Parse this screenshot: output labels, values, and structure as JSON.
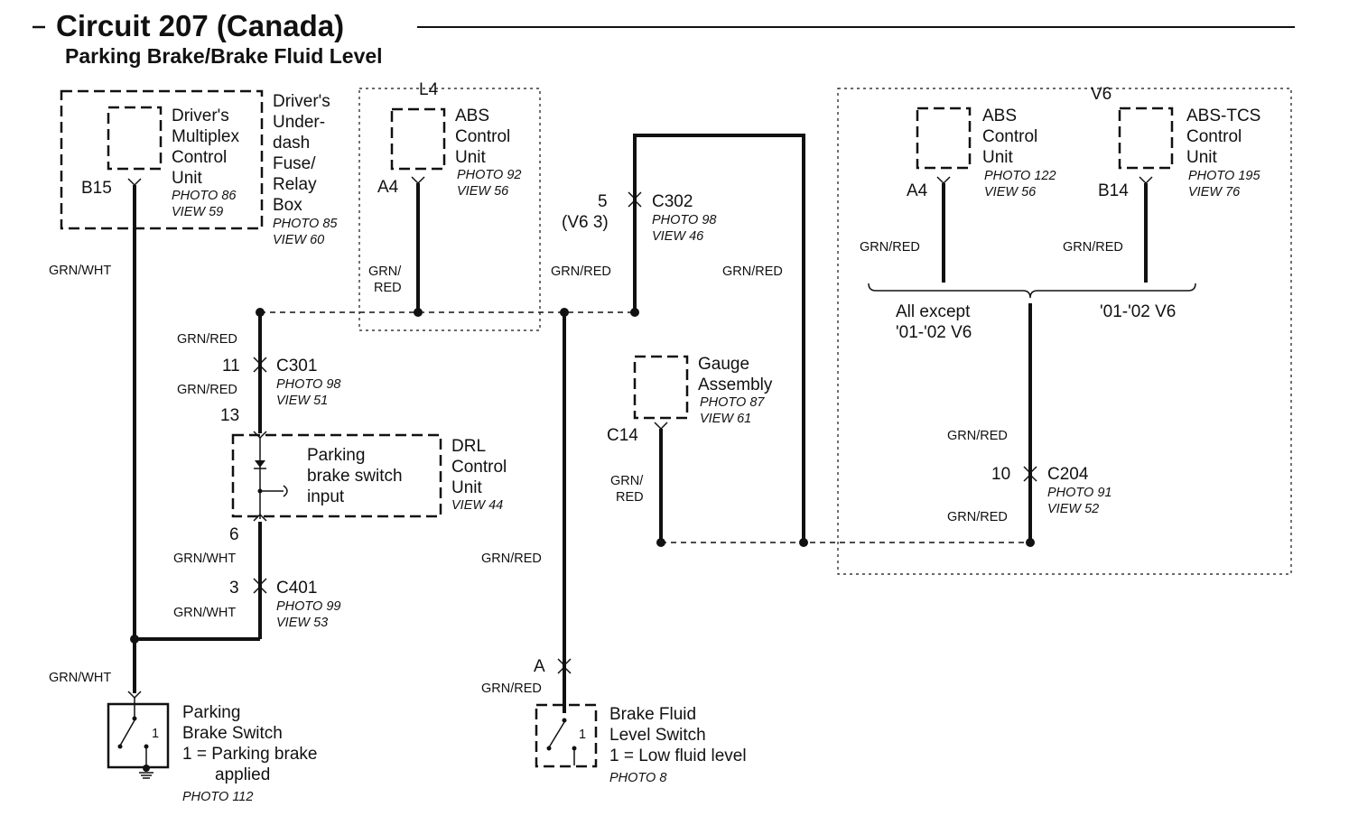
{
  "title": "Circuit 207 (Canada)",
  "subtitle": "Parking Brake/Brake Fluid Level",
  "groups": {
    "l4": "L4",
    "v6": "V6"
  },
  "components": {
    "mcu": {
      "lines": [
        "Driver's",
        "Multiplex",
        "Control",
        "Unit"
      ],
      "photo": "PHOTO 86",
      "view": "VIEW 59",
      "pin": "B15"
    },
    "fuse_box": {
      "lines": [
        "Driver's",
        "Under-",
        "dash",
        "Fuse/",
        "Relay",
        "Box"
      ],
      "photo": "PHOTO 85",
      "view": "VIEW 60"
    },
    "abs_l4": {
      "lines": [
        "ABS",
        "Control",
        "Unit"
      ],
      "photo": "PHOTO 92",
      "view": "VIEW 56",
      "pin": "A4"
    },
    "abs_v6": {
      "lines": [
        "ABS",
        "Control",
        "Unit"
      ],
      "photo": "PHOTO 122",
      "view": "VIEW 56",
      "pin": "A4"
    },
    "abs_tcs": {
      "lines": [
        "ABS-TCS",
        "Control",
        "Unit"
      ],
      "photo": "PHOTO 195",
      "view": "VIEW 76",
      "pin": "B14"
    },
    "gauge": {
      "lines": [
        "Gauge",
        "Assembly"
      ],
      "photo": "PHOTO 87",
      "view": "VIEW 61",
      "pin": "C14"
    },
    "drl": {
      "lines": [
        "DRL",
        "Control",
        "Unit"
      ],
      "view": "VIEW 44",
      "inner": [
        "Parking",
        "brake switch",
        "input"
      ]
    },
    "parking_switch": {
      "lines": [
        "Parking",
        "Brake Switch",
        "1 = Parking brake",
        "applied"
      ],
      "photo": "PHOTO 112",
      "pos": "1"
    },
    "fluid_switch": {
      "lines": [
        "Brake Fluid",
        "Level Switch",
        "1 = Low fluid level"
      ],
      "photo": "PHOTO 8",
      "pos": "1"
    }
  },
  "connectors": {
    "c302": {
      "name": "C302",
      "photo": "PHOTO 98",
      "view": "VIEW 46",
      "pin": "5",
      "pin_alt": "(V6 3)"
    },
    "c301": {
      "name": "C301",
      "photo": "PHOTO 98",
      "view": "VIEW 51",
      "pin_top": "11",
      "pin_bottom": "13"
    },
    "c401": {
      "name": "C401",
      "photo": "PHOTO 99",
      "view": "VIEW 53",
      "pin_top": "6",
      "pin_bottom": "3"
    },
    "c204": {
      "name": "C204",
      "photo": "PHOTO 91",
      "view": "VIEW 52",
      "pin": "10"
    },
    "fluid_conn": {
      "pin": "A"
    }
  },
  "wires": {
    "mcu_down": "GRN/WHT",
    "abs_l4_a": "GRN/",
    "abs_l4_b": "RED",
    "c302_left": "GRN/RED",
    "c302_right": "GRN/RED",
    "abs_v6": "GRN/RED",
    "abs_tcs": "GRN/RED",
    "c301_above": "GRN/RED",
    "c301_below": "GRN/RED",
    "drl_below": "GRN/WHT",
    "c401_below": "GRN/WHT",
    "park_sw": "GRN/WHT",
    "fluid_mid": "GRN/RED",
    "fluid_low": "GRN/RED",
    "gauge_a": "GRN/",
    "gauge_b": "RED",
    "c204_above": "GRN/RED",
    "c204_below": "GRN/RED"
  },
  "branch": {
    "left": [
      "All except",
      "'01-'02 V6"
    ],
    "right": "'01-'02 V6"
  }
}
